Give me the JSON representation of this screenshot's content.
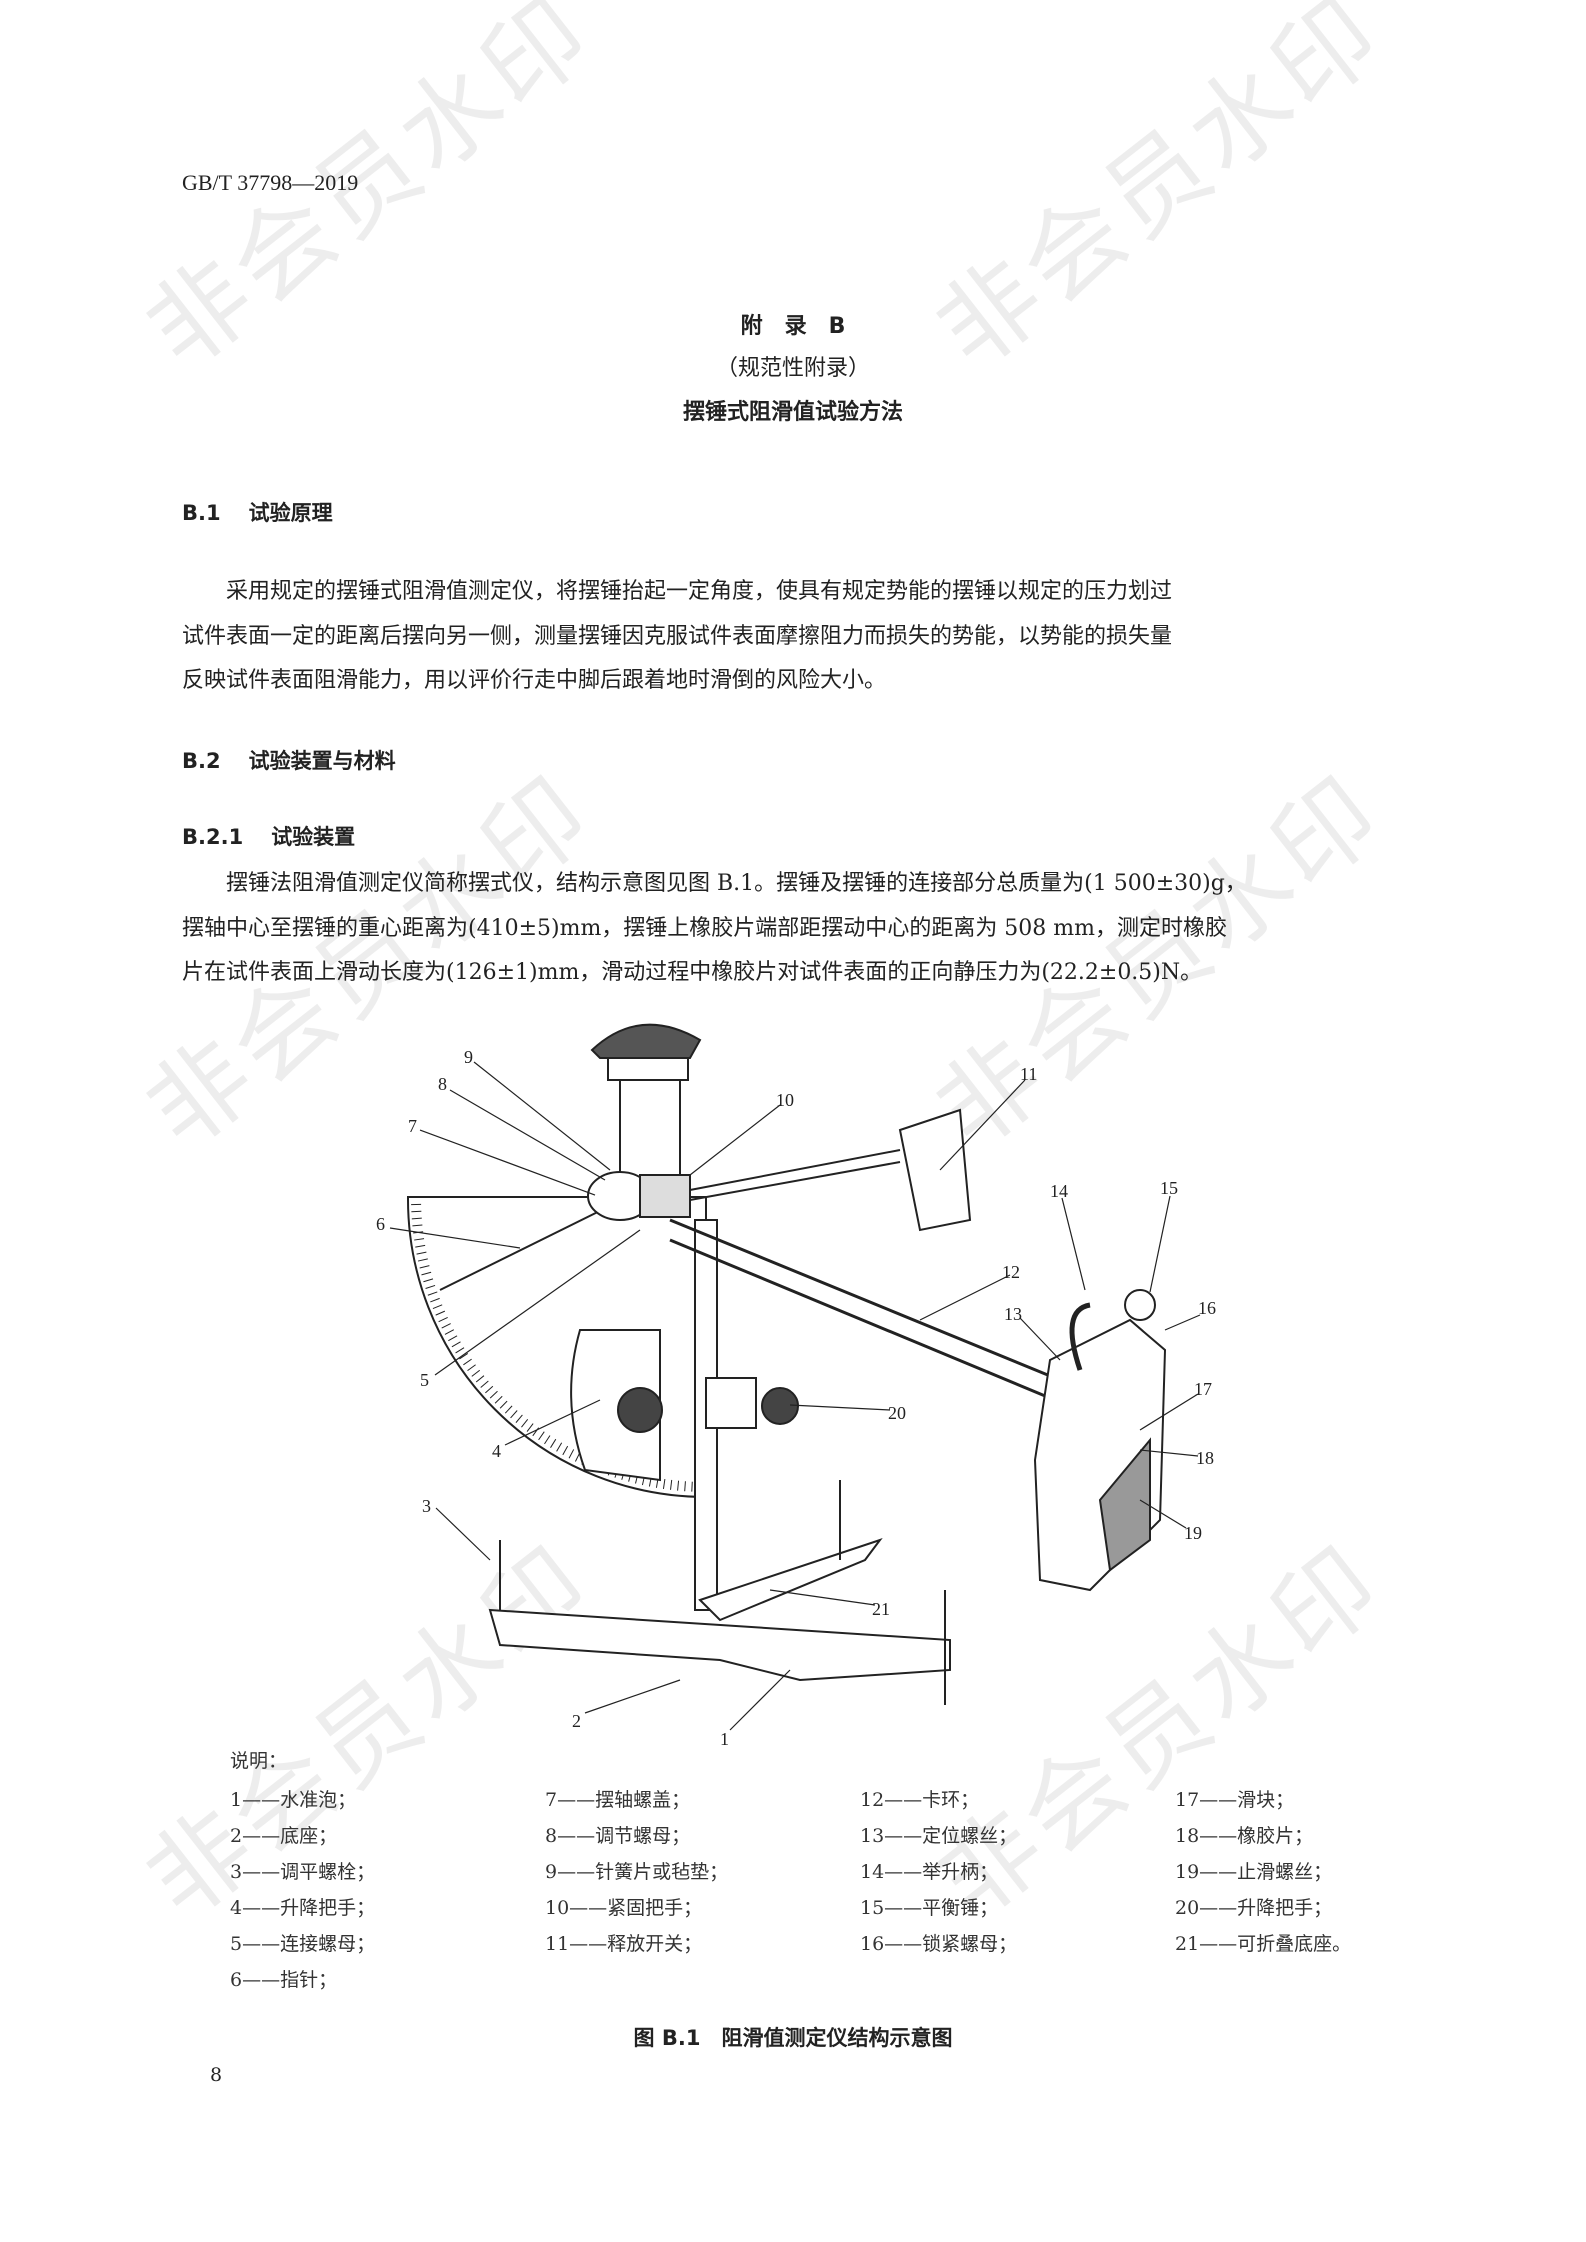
{
  "header": {
    "standard_code": "GB/T 37798—2019"
  },
  "appendix": {
    "label": "附　录　B",
    "type": "（规范性附录）",
    "title": "摆锤式阻滑值试验方法"
  },
  "sections": [
    {
      "num": "B.1",
      "title": "试验原理"
    },
    {
      "num": "B.2",
      "title": "试验装置与材料"
    },
    {
      "num": "B.2.1",
      "title": "试验装置"
    }
  ],
  "paragraphs": {
    "principle": [
      "采用规定的摆锤式阻滑值测定仪，将摆锤抬起一定角度，使具有规定势能的摆锤以规定的压力划过",
      "试件表面一定的距离后摆向另一侧，测量摆锤因克服试件表面摩擦阻力而损失的势能，以势能的损失量",
      "反映试件表面阻滑能力，用以评价行走中脚后跟着地时滑倒的风险大小。"
    ],
    "apparatus": [
      "摆锤法阻滑值测定仪简称摆式仪，结构示意图见图 B.1。摆锤及摆锤的连接部分总质量为(1 500±30)g，",
      "摆轴中心至摆锤的重心距离为(410±5)mm，摆锤上橡胶片端部距摆动中心的距离为 508 mm，测定时橡胶",
      "片在试件表面上滑动长度为(126±1)mm，滑动过程中橡胶片对试件表面的正向静压力为(22.2±0.5)N。"
    ]
  },
  "figure": {
    "callouts": [
      "1",
      "2",
      "3",
      "4",
      "5",
      "6",
      "7",
      "8",
      "9",
      "10",
      "11",
      "12",
      "13",
      "14",
      "15",
      "16",
      "17",
      "18",
      "19",
      "20",
      "21"
    ],
    "legend_title": "说明：",
    "legend": [
      [
        "1——水准泡；",
        "2——底座；",
        "3——调平螺栓；",
        "4——升降把手；",
        "5——连接螺母；",
        "6——指针；"
      ],
      [
        "7——摆轴螺盖；",
        "8——调节螺母；",
        "9——针簧片或毡垫；",
        "10——紧固把手；",
        "11——释放开关；"
      ],
      [
        "12——卡环；",
        "13——定位螺丝；",
        "14——举升柄；",
        "15——平衡锤；",
        "16——锁紧螺母；"
      ],
      [
        "17——滑块；",
        "18——橡胶片；",
        "19——止滑螺丝；",
        "20——升降把手；",
        "21——可折叠底座。"
      ]
    ],
    "caption": "图 B.1　阻滑值测定仪结构示意图"
  },
  "page_number": "8",
  "watermark": "非会员水印"
}
